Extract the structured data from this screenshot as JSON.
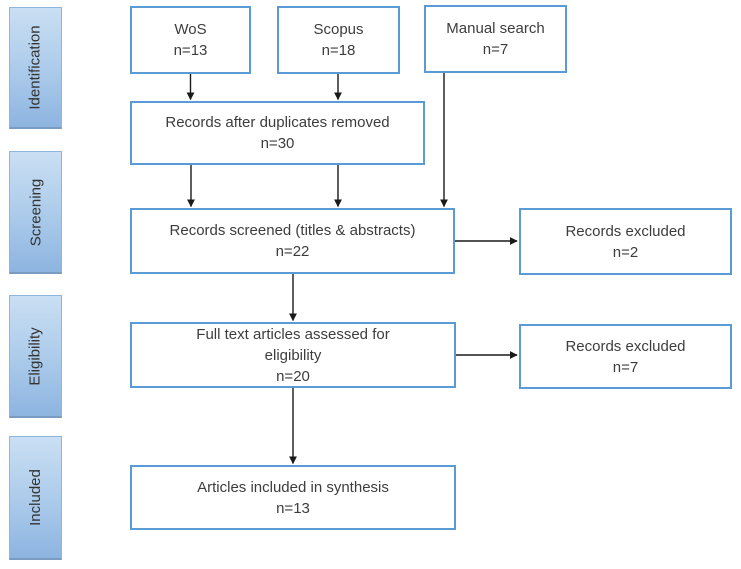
{
  "sidebar": {
    "items": [
      {
        "label": "Identification"
      },
      {
        "label": "Screening"
      },
      {
        "label": "Eligibility"
      },
      {
        "label": "Included"
      }
    ]
  },
  "boxes": {
    "wos": {
      "lines": [
        "WoS",
        "n=13"
      ]
    },
    "scopus": {
      "lines": [
        "Scopus",
        "n=18"
      ]
    },
    "manual_search": {
      "lines": [
        "Manual search",
        "n=7"
      ]
    },
    "duplicates_removed": {
      "lines": [
        "Records after duplicates removed",
        "n=30"
      ]
    },
    "records_screened": {
      "lines": [
        "Records screened (titles & abstracts)",
        "n=22"
      ]
    },
    "records_excluded_screening": {
      "lines": [
        "Records excluded",
        "n=2"
      ]
    },
    "full_text_assessed": {
      "lines": [
        "Full text articles assessed for",
        "eligibility",
        "n=20"
      ]
    },
    "records_excluded_eligibility": {
      "lines": [
        "Records excluded",
        "n=7"
      ]
    },
    "included_synthesis": {
      "lines": [
        "Articles included in synthesis",
        "n=13"
      ]
    }
  },
  "edges": [
    {
      "from": "wos",
      "to": "duplicates_removed"
    },
    {
      "from": "scopus",
      "to": "duplicates_removed"
    },
    {
      "from": "manual_search",
      "to": "records_screened"
    },
    {
      "from": "duplicates_removed",
      "to": "records_screened",
      "note": "left arrow"
    },
    {
      "from": "duplicates_removed",
      "to": "records_screened",
      "note": "right arrow"
    },
    {
      "from": "records_screened",
      "to": "records_excluded_screening"
    },
    {
      "from": "records_screened",
      "to": "full_text_assessed"
    },
    {
      "from": "full_text_assessed",
      "to": "records_excluded_eligibility"
    },
    {
      "from": "full_text_assessed",
      "to": "included_synthesis"
    }
  ],
  "colors": {
    "box_border": "#5b9bd5",
    "box_fill": "#ffffff",
    "stage_fill_top": "#cadff3",
    "stage_fill_bottom": "#8db4e0",
    "stage_border": "#8fb4dd",
    "arrow": "#1a1a1a",
    "text": "#3d3d3d"
  }
}
